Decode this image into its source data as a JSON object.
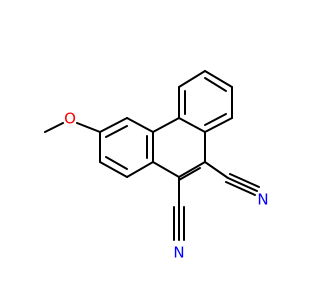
{
  "molecule": {
    "atoms": {
      "oxygen": "O",
      "nitrogen_top": "N",
      "nitrogen_bottom": "N"
    }
  },
  "colors": {
    "bond": "#000000",
    "oxygen": "#ff0000",
    "nitrogen": "#0000ff",
    "background": "#ffffff"
  }
}
